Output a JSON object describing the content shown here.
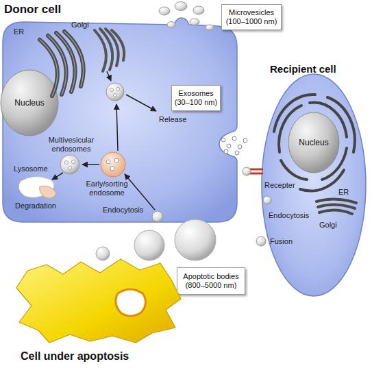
{
  "diagram": {
    "nodes": [
      {
        "text": [
          "Donor cell"
        ]
      },
      {
        "text": [
          "Nucleus"
        ],
        "in": 0
      },
      {
        "text": [
          "Microvesicles (100–1000 nm)"
        ]
      },
      {
        "text": [
          "Exosomes (30–100 nm)"
        ]
      },
      {
        "text": [
          "Recipient cell"
        ]
      },
      {
        "text": [
          "Nucleus"
        ],
        "in": 4
      },
      {
        "text": [
          "Apoptotic bodies (800–5000 nm)"
        ]
      },
      {
        "text": [
          "Cell under apoptosis"
        ]
      }
    ],
    "labels": [
      "ER",
      "Golgi",
      "Release",
      "Multivesicular endosomes",
      "Lysosome",
      "Degradation",
      "Early/sorting endosome",
      "Endocytosis",
      "Recepter",
      "ER",
      "Endocytosis",
      "Golgi",
      "Fusion"
    ]
  }
}
